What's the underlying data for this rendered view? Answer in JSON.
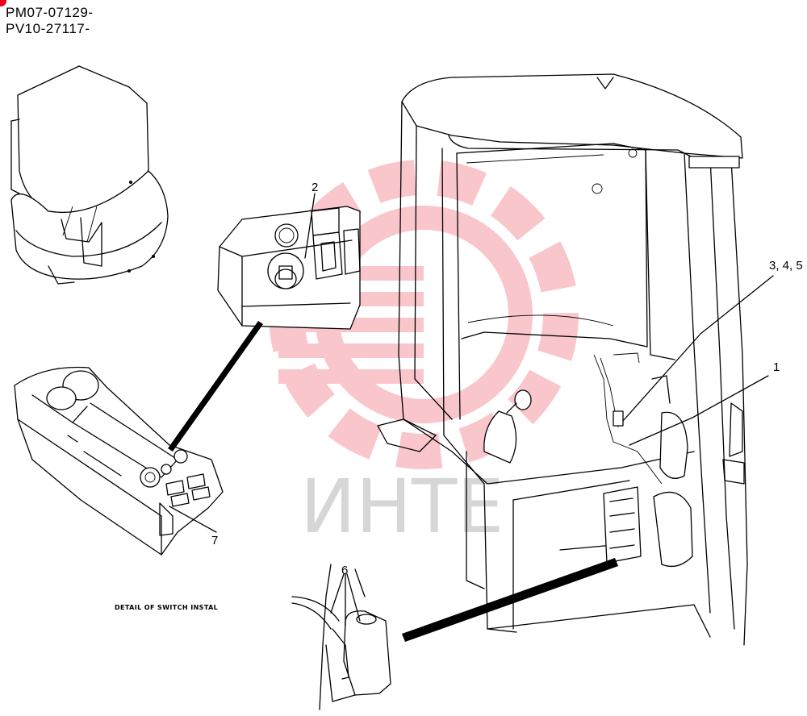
{
  "serial_numbers": [
    "PM07-07129-",
    "PV10-27117-"
  ],
  "callouts": {
    "c1": "1",
    "c2": "2",
    "c345": "3, 4, 5",
    "c6": "6",
    "c7": "7"
  },
  "caption": "DETAIL OF SWITCH INSTAL",
  "watermark": {
    "text": "ИНТЕ",
    "color": "#e8001c"
  }
}
